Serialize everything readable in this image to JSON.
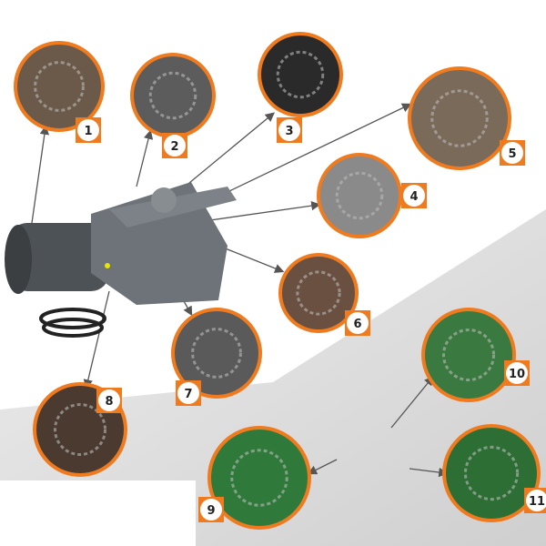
{
  "colors": {
    "accent": "#f07a1e",
    "background_gray": "#d9d9d9",
    "motor": "#5a5f63"
  },
  "callouts": [
    {
      "number": "1",
      "icon": "motor-wiring-detail"
    },
    {
      "number": "2",
      "icon": "gear-housing-detail"
    },
    {
      "number": "3",
      "icon": "key-release-detail"
    },
    {
      "number": "4",
      "icon": "gear-wheel-detail"
    },
    {
      "number": "5",
      "icon": "worm-gear-detail"
    },
    {
      "number": "6",
      "icon": "worm-shaft-detail"
    },
    {
      "number": "7",
      "icon": "gear-bearing-detail"
    },
    {
      "number": "8",
      "icon": "encoder-detail"
    },
    {
      "number": "9",
      "icon": "control-board-detail"
    },
    {
      "number": "10",
      "icon": "display-board-detail"
    },
    {
      "number": "11",
      "icon": "power-board-detail"
    }
  ]
}
